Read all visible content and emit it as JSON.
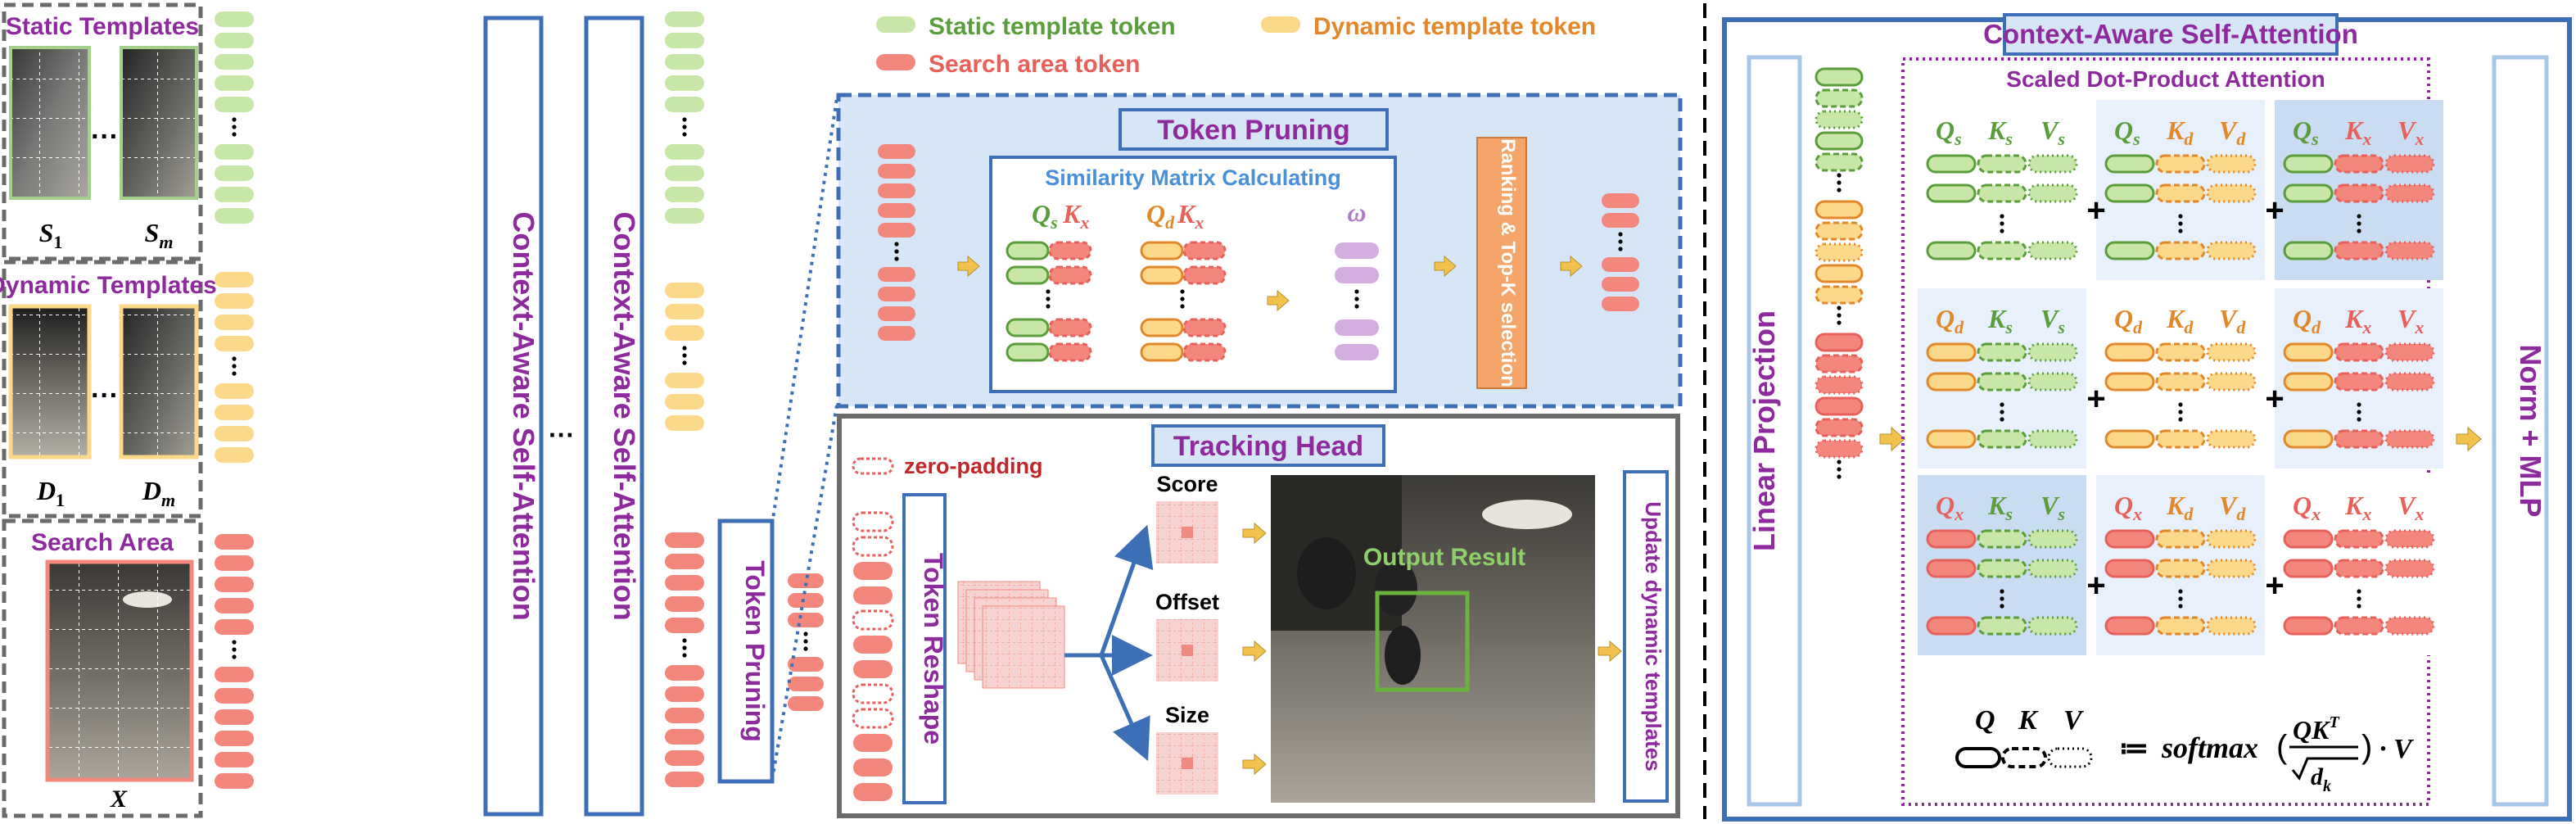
{
  "left": {
    "static_title": "Static Templates",
    "static_caption_first": "S",
    "static_caption_first_sub": "1",
    "static_caption_last": "S",
    "static_caption_last_sub": "m",
    "dynamic_title": "Dynamic Templates",
    "dynamic_caption_first": "D",
    "dynamic_caption_first_sub": "1",
    "dynamic_caption_last": "D",
    "dynamic_caption_last_sub": "m",
    "search_title": "Search Area",
    "search_caption": "X",
    "ellipsis": "···"
  },
  "middle": {
    "caa_label": "Context-Aware Self-Attention",
    "token_pruning_vertical": "Token  Pruning",
    "ellipsis": "···"
  },
  "legend": {
    "static": "Static template token",
    "dynamic": "Dynamic template token",
    "search": "Search area token"
  },
  "pruning": {
    "title": "Token  Pruning",
    "similarity_title": "Similarity Matrix Calculating",
    "q1": "Q",
    "q1_sub": "s",
    "k1": "K",
    "k1_sub": "x",
    "q2": "Q",
    "q2_sub": "d",
    "k2": "K",
    "k2_sub": "x",
    "omega": "ω",
    "ranking": "Ranking & Top-K selection"
  },
  "tracking": {
    "title": "Tracking Head",
    "zero_padding": "zero-padding",
    "reshape": "Token  Reshape",
    "score": "Score",
    "offset": "Offset",
    "size": "Size",
    "output": "Output Result",
    "update": "Update dynamic templates"
  },
  "right": {
    "title": "Context-Aware  Self-Attention",
    "linear": "Linear Projection",
    "sdpa": "Scaled Dot-Product Attention",
    "norm": "Norm + MLP",
    "plus": "+",
    "formula_lhs_q": "Q",
    "formula_lhs_k": "K",
    "formula_lhs_v": "V",
    "formula_assign": "≔",
    "formula_softmax": "softmax",
    "formula_num": "QK",
    "formula_num_sup": "T",
    "formula_den": "d",
    "formula_den_sub": "k",
    "formula_tail": "· V",
    "grid": [
      [
        [
          "Q",
          "s"
        ],
        [
          "K",
          "s"
        ],
        [
          "V",
          "s"
        ],
        [
          "Q",
          "s"
        ],
        [
          "K",
          "d"
        ],
        [
          "V",
          "d"
        ],
        [
          "Q",
          "s"
        ],
        [
          "K",
          "x"
        ],
        [
          "V",
          "x"
        ]
      ],
      [
        [
          "Q",
          "d"
        ],
        [
          "K",
          "s"
        ],
        [
          "V",
          "s"
        ],
        [
          "Q",
          "d"
        ],
        [
          "K",
          "d"
        ],
        [
          "V",
          "d"
        ],
        [
          "Q",
          "d"
        ],
        [
          "K",
          "x"
        ],
        [
          "V",
          "x"
        ]
      ],
      [
        [
          "Q",
          "x"
        ],
        [
          "K",
          "s"
        ],
        [
          "V",
          "s"
        ],
        [
          "Q",
          "x"
        ],
        [
          "K",
          "d"
        ],
        [
          "V",
          "d"
        ],
        [
          "Q",
          "x"
        ],
        [
          "K",
          "x"
        ],
        [
          "V",
          "x"
        ]
      ]
    ]
  },
  "colors": {
    "static_green": "#5a9e3c",
    "static_fill": "#c8e6a8",
    "dynamic_orange": "#e3872b",
    "dynamic_fill": "#fcd98a",
    "search_red": "#e8605a",
    "search_fill": "#f4877c",
    "purple": "#8e2a9e",
    "blue": "#3d6fb6",
    "light_blue": "#d6e6f7",
    "gray_border": "#6b6b6b"
  }
}
